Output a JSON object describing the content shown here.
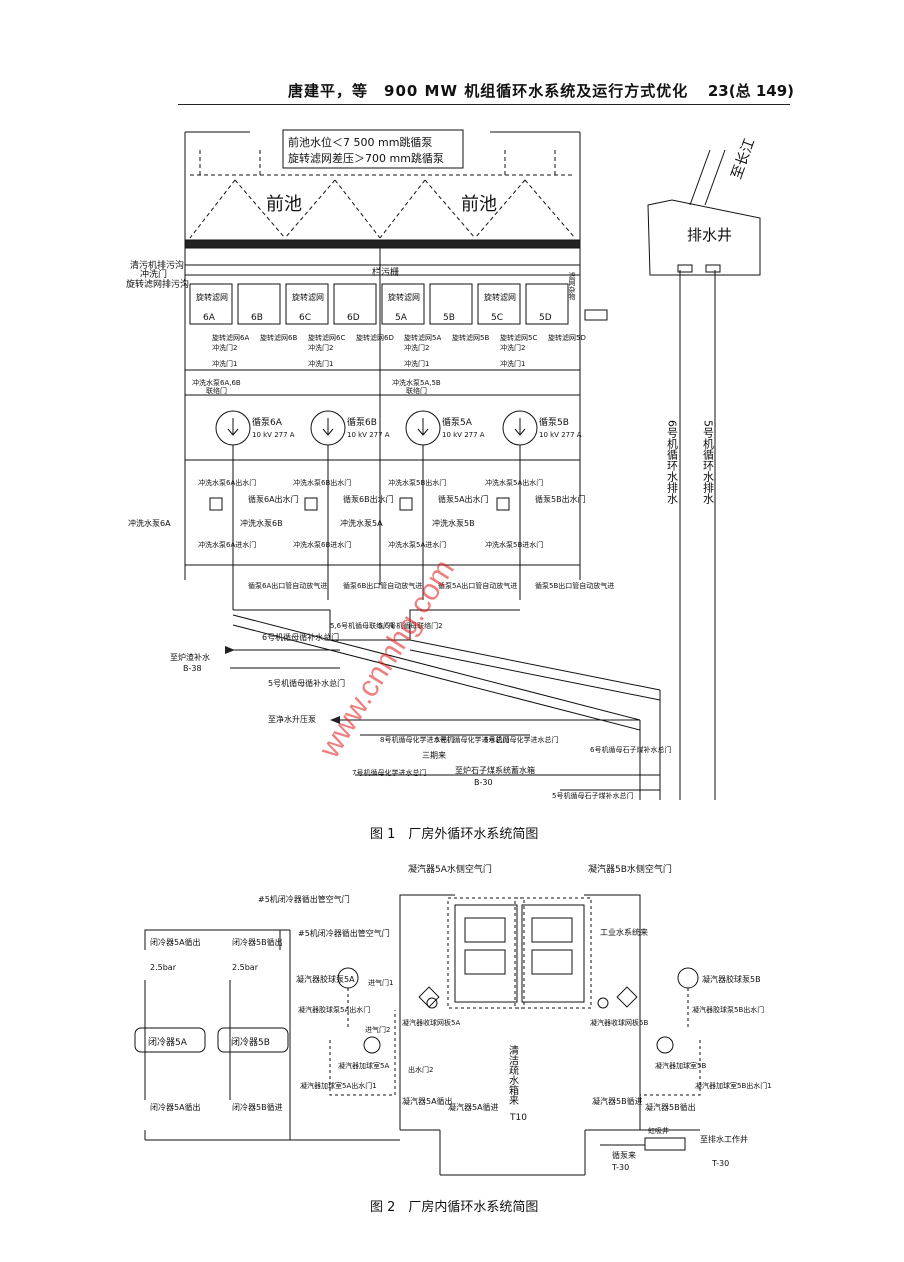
{
  "header": {
    "title": "唐建平，等　900 MW 机组循环水系统及运行方式优化",
    "page": "23(总 149)"
  },
  "fig1": {
    "caption": "图 1　厂房外循环水系统简图",
    "notice_line1": "前池水位＜7 500 mm跳循泵",
    "notice_line2": "旋转滤网差压＞700 mm跳循泵",
    "forebay": "前池",
    "to_river": "至长江",
    "drain_well": "排水井",
    "drain6": "6号机循环水排水",
    "drain5": "5号机循环水排水",
    "grille": "栏污栅",
    "grille_dirt": "滤网杂物",
    "trash_rack": "清污机排污沟",
    "rinse_ditch1": "冲洗门",
    "screen_drain": "旋转滤网排污沟",
    "screens": [
      "6A",
      "6B",
      "6C",
      "6D",
      "5A",
      "5B",
      "5C",
      "5D"
    ],
    "screen_label": "旋转滤网",
    "rinse_valve1": [
      "旋转滤网6A",
      "旋转滤网6B",
      "旋转滤网6C",
      "旋转滤网6D",
      "旋转滤网5A",
      "旋转滤网5B",
      "旋转滤网5C",
      "旋转滤网5D"
    ],
    "rinse_valve1_sub": "冲洗门1",
    "rinse_valve2_sub": "冲洗门2",
    "rinse_tie": [
      "冲洗水泵6A,6B",
      "联络门",
      "冲洗水泵5A,5B",
      "联络门"
    ],
    "pumps": [
      {
        "name": "循泵6A",
        "spec": "10 kV 277 A"
      },
      {
        "name": "循泵6B",
        "spec": "10 kV 277 A"
      },
      {
        "name": "循泵5A",
        "spec": "10 kV 277 A"
      },
      {
        "name": "循泵5B",
        "spec": "10 kV 277 A"
      }
    ],
    "outlet_valves": [
      "循泵6A出水门",
      "循泵6B出水门",
      "循泵5A出水门",
      "循泵5B出水门"
    ],
    "rinse_pump_out": [
      "冲洗水泵6A出水门",
      "冲洗水泵6B出水门",
      "冲洗水泵5B出水门",
      "冲洗水泵5A出水门"
    ],
    "rinse_pumps": [
      "冲洗水泵6A",
      "冲洗水泵6B",
      "冲洗水泵5A",
      "冲洗水泵5B"
    ],
    "rinse_pump_in": [
      "冲洗水泵6A进水门",
      "冲洗水泵6B进水门",
      "冲洗水泵5A进水门",
      "冲洗水泵5B进水门"
    ],
    "air_valves": [
      "循泵6A出口管自动放气进",
      "循泵6B出口管自动放气进",
      "循泵5A出口管自动放气进",
      "循泵5B出口管自动放气进"
    ],
    "main_tie1": "5,6号机循母联络门1",
    "main_tie2": "5,6号机循母联络门2",
    "makeup6": "6号机循母循补水总门",
    "to_boiler": "至炉渣补水",
    "b38": "B-38",
    "makeup5": "5号机循母循补水总门",
    "to_clean": "至净水升压泵",
    "chem8": "8号机循母化学进水总门",
    "chem5": "5号机循母化学进水总门",
    "chem6": "6号机循母化学进水总门",
    "phase3": "三期来",
    "chem7": "7号机循母化学进水总门",
    "gypsum6": "6号机循母石子煤补水总门",
    "gypsum_tank": "至炉石子煤系统蓄水箱",
    "b30": "B-30",
    "gypsum5": "5号机循母石子煤补水总门"
  },
  "fig2": {
    "caption": "图 2　厂房内循环水系统简图",
    "cond5a_air": "凝汽器5A水侧空气门",
    "cond5b_air": "凝汽器5B水侧空气门",
    "cooler_air": "#5机闭冷器循出管空气门",
    "cooler_out_air": "#5机闭冷器循出管空气门",
    "cooler5a_top": "闭冷器5A循出",
    "cooler5b_top": "闭冷器5B循出",
    "pressure": "2.5bar",
    "cooler5a": "闭冷器5A",
    "cooler5b": "闭冷器5B",
    "cooler5a_bot": "闭冷器5A循出",
    "cooler5b_bot": "闭冷器5B循进",
    "ind_water": "工业水系统来",
    "ball_pump_a": "凝汽器胶球泵5A",
    "ball_pump_b": "凝汽器胶球泵5B",
    "ball_out_a": "凝汽器胶球泵5A出水门",
    "ball_out_b": "凝汽器胶球泵5B出水门",
    "recv_a": "凝汽器收球网板5A",
    "recv_b": "凝汽器收球网板5B",
    "valve2": "进气门2",
    "valve1": "进气门1",
    "ball_room_a": "凝汽器加球室5A",
    "ball_room_b": "凝汽器加球室5B",
    "ball_room_out_a": "凝汽器加球室5A出水门1",
    "ball_room_out_b": "凝汽器加球室5B出水门1",
    "out_valve2": "出水门2",
    "cond5a_out": "凝汽器5A循出",
    "cond5a_in": "凝汽器5A循进",
    "cond5b_out": "凝汽器5B循进",
    "cond5b_in": "凝汽器5B循出",
    "drain_box": "清洁疏水箱来",
    "t10": "T10",
    "siphon": "虹吸井",
    "to_well": "至排水工作井",
    "t30": "T-30",
    "circ_from": "循泵来",
    "t30b": "T-30"
  },
  "watermark": "www.cnmhg.com"
}
